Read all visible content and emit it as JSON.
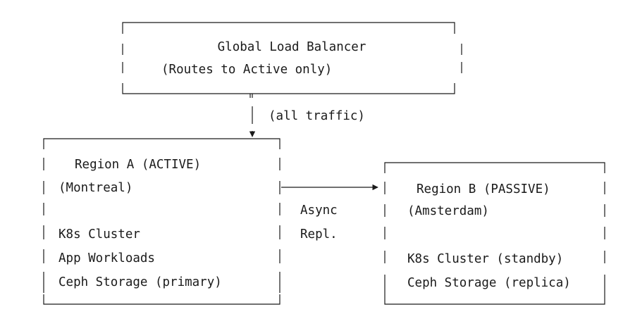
{
  "diagram": {
    "load_balancer": {
      "title": "Global Load Balancer",
      "subtitle": "(Routes to Active only)"
    },
    "traffic_edge": {
      "label": "(all traffic)"
    },
    "region_a": {
      "title": "Region A (ACTIVE)",
      "location": "(Montreal)",
      "items": [
        "K8s Cluster",
        "App Workloads",
        "Ceph Storage (primary)"
      ]
    },
    "replication_edge": {
      "label_line1": "Async",
      "label_line2": "Repl."
    },
    "region_b": {
      "title": "Region B (PASSIVE)",
      "location": "(Amsterdam)",
      "items": [
        "K8s Cluster (standby)",
        "Ceph Storage (replica)"
      ]
    }
  },
  "colors": {
    "ink": "#1a1a1a",
    "background": "#ffffff"
  }
}
